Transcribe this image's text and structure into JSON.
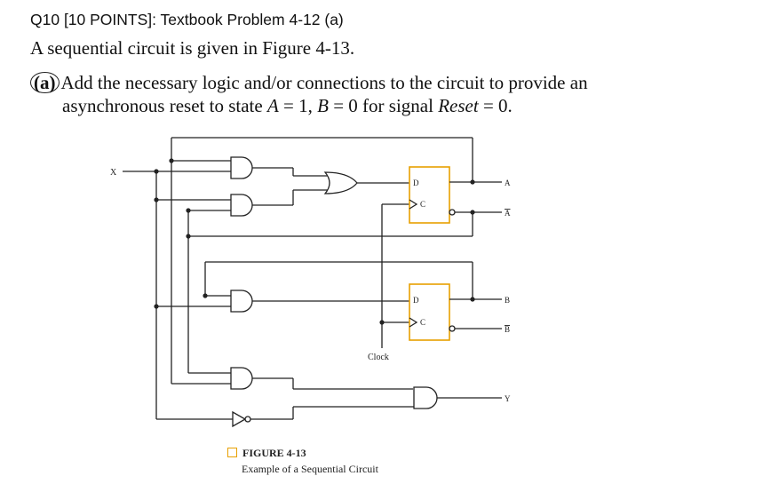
{
  "question": {
    "header": "Q10 [10 POINTS]: Textbook Problem 4-12 (a)",
    "intro": "A sequential circuit is given in Figure 4-13.",
    "part_label": "(a)",
    "part_line1": "Add the necessary logic and/or connections to the circuit to provide an",
    "part_line2_a": "asynchronous reset to state ",
    "var_A": "A",
    "eq_A": " = 1, ",
    "var_B": "B",
    "eq_B": " = 0 for signal ",
    "var_Reset": "Reset",
    "eq_Reset": " = 0."
  },
  "figure": {
    "label": "FIGURE 4-13",
    "subtitle": "Example of a Sequential Circuit",
    "input_label": "X",
    "clock_label": "Clock",
    "ff_d": "D",
    "ff_c": "C",
    "out_a": "A",
    "out_a_bar": "A",
    "out_b": "B",
    "out_b_bar": "B",
    "out_y": "Y",
    "caption_box_color": "#e8a000",
    "line_color": "#222222"
  }
}
